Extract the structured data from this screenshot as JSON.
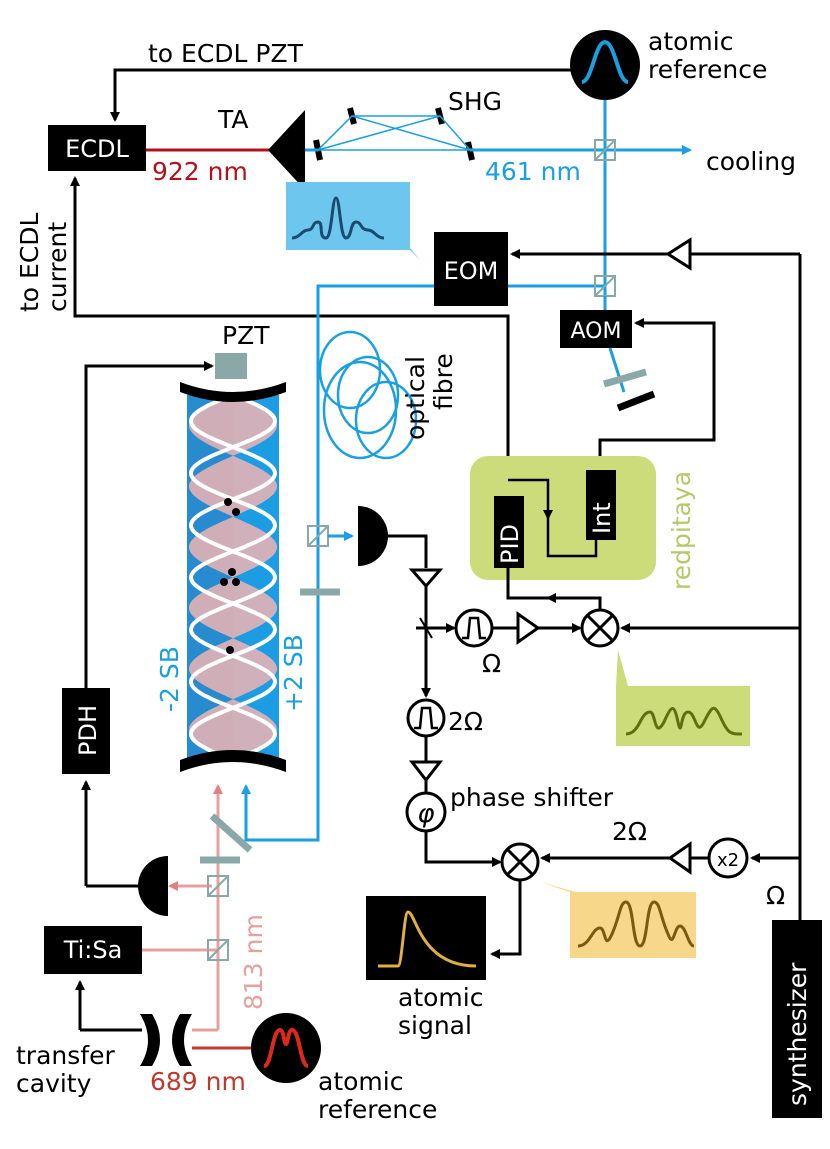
{
  "labels": {
    "to_ecdl_pzt": "to ECDL PZT",
    "atomic_reference_top": "atomic\nreference",
    "ecdl": "ECDL",
    "ta": "TA",
    "shg": "SHG",
    "wl_922": "922 nm",
    "wl_461": "461 nm",
    "cooling": "cooling",
    "to_ecdl_current": "to ECDL\ncurrent",
    "eom": "EOM",
    "aom": "AOM",
    "pzt": "PZT",
    "optical_fibre": "optical\nfibre",
    "pid": "PID",
    "int": "Int",
    "redpitaya": "redpitaya",
    "pdh": "PDH",
    "minus2sb": "-2 SB",
    "plus2sb": "+2 SB",
    "omega": "Ω",
    "two_omega": "2Ω",
    "phase_shifter": "phase shifter",
    "phi": "φ",
    "two_omega_mult": "2Ω",
    "x2": "x2",
    "omega_synth": "Ω",
    "wl_813": "813 nm",
    "tisa": "Ti:Sa",
    "transfer_cavity": "transfer\ncavity",
    "wl_689": "689 nm",
    "atomic_reference_bottom": "atomic\nreference",
    "atomic_signal": "atomic\nsignal",
    "synthesizer": "synthesizer"
  },
  "colors": {
    "black": "#000000",
    "blue": "#1a9fe0",
    "red": "#c0392b",
    "pink": "#e6a0a0",
    "dark_red": "#b0141a",
    "green_box": "#cddc7a",
    "light_blue_box": "#6cc6ee",
    "yellow_box": "#f7d88a",
    "gray_green": "#8aa8a8",
    "cavity_blue": "#1b9ce3",
    "pink_fill": "#efb4b4",
    "olive": "#5f6e10",
    "brown": "#7a5a10",
    "gold": "#e0b040"
  }
}
